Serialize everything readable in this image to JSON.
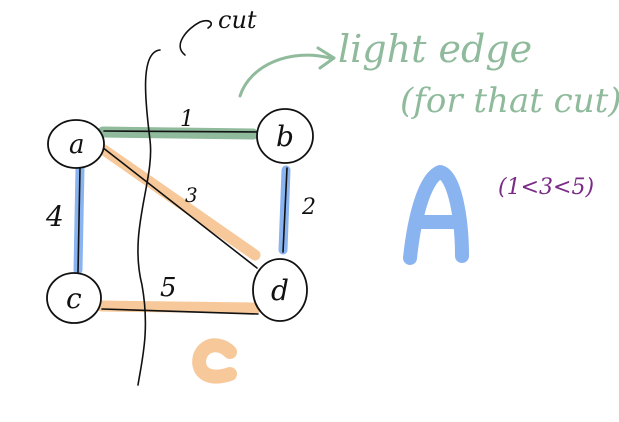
{
  "nodes": {
    "a": "a",
    "b": "b",
    "c": "c",
    "d": "d"
  },
  "edge_weights": {
    "ab": "1",
    "bd": "2",
    "ad": "3",
    "ac": "4",
    "cd": "5"
  },
  "annotations": {
    "cut_label": "cut",
    "light_edge_line1": "light edge",
    "light_edge_line2": "(for that cut)",
    "set_A_label": "A",
    "set_C_label": "c",
    "inequality": "(1<3<5)"
  },
  "colors": {
    "ink": "#111111",
    "green": "#8fba9b",
    "blue": "#8ab4f0",
    "orange": "#f7c99a",
    "purple": "#7a2a86"
  }
}
